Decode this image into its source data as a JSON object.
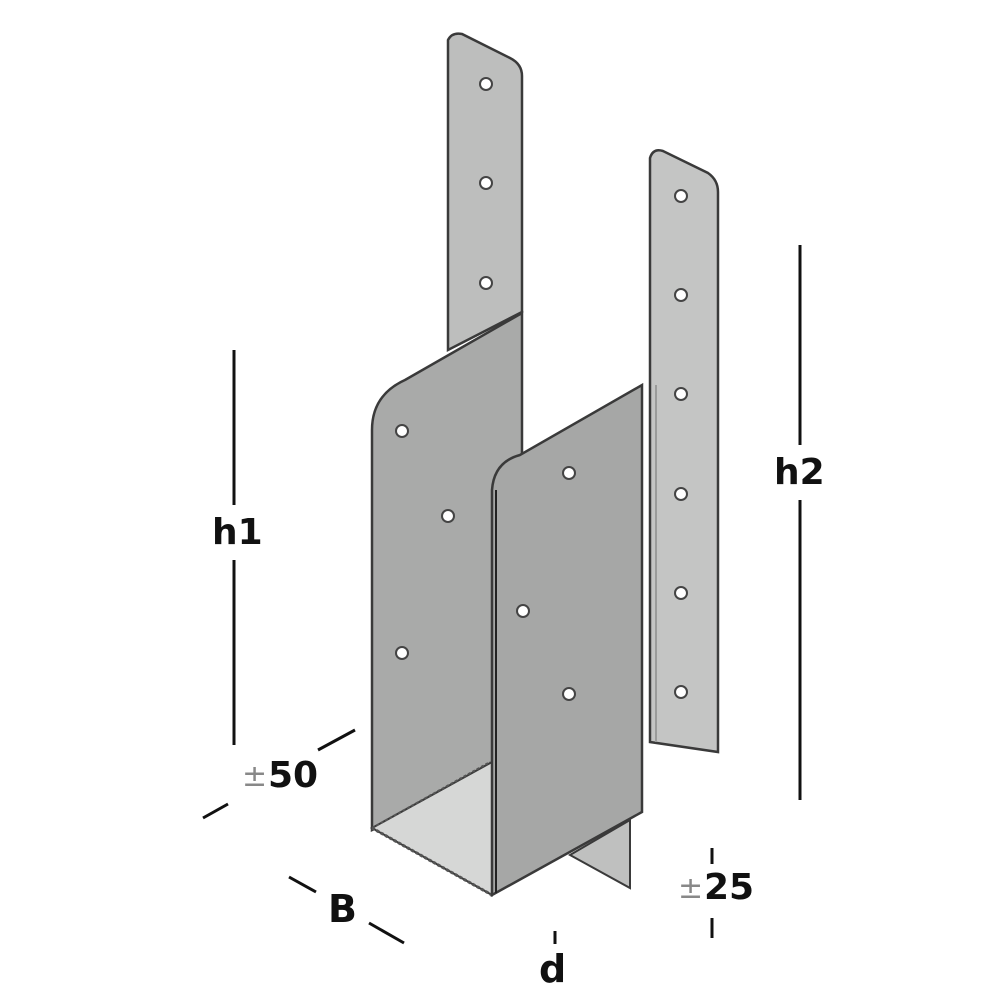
{
  "diagram": {
    "subject": "post-base bracket",
    "colors": {
      "background": "#ffffff",
      "plate_light": "#c8c9c8",
      "plate_mid": "#b5b6b5",
      "plate_dark": "#a3a4a3",
      "base_floor": "#d8d9d8",
      "outline": "#3a3a3a",
      "dimension_line": "#111111",
      "tolerance_sign": "#8a8a8a"
    },
    "dimensions": {
      "h1": {
        "label": "h1"
      },
      "h2": {
        "label": "h2"
      },
      "depth_offset": {
        "sign": "±",
        "value": "50"
      },
      "height_offset": {
        "sign": "±",
        "value": "25"
      },
      "B": {
        "label": "B"
      },
      "d": {
        "label": "d"
      }
    }
  }
}
